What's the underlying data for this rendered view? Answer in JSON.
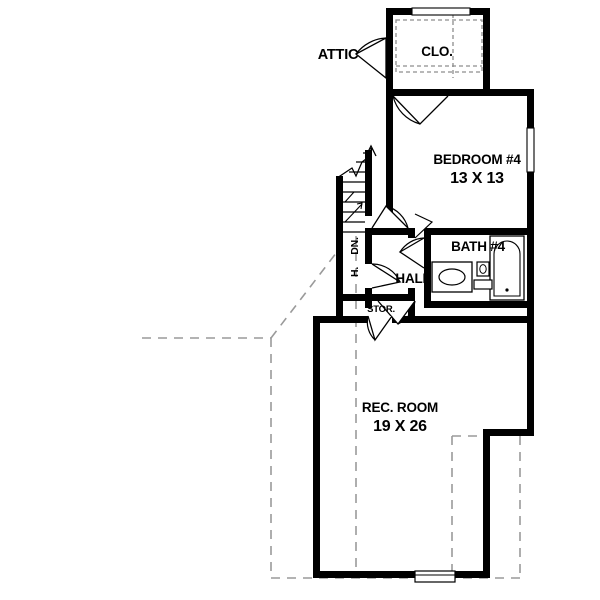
{
  "document": {
    "type": "architectural-floor-plan",
    "level": "second-floor",
    "background_color": "#ffffff",
    "line_color": "#000000",
    "ghost_line_color": "#999999"
  },
  "labels": {
    "attic": "ATTIC",
    "closet": "CLO.",
    "bedroom4_name": "BEDROOM #4",
    "bedroom4_dim": "13 X 13",
    "bath4": "BATH #4",
    "hall": "HALL",
    "stair_h": "H.",
    "stair_dn": "DN.",
    "storage": "STOR.",
    "rec_room_name": "REC. ROOM",
    "rec_room_dim": "19 X 26"
  },
  "rooms": [
    {
      "id": "closet",
      "label": "CLO.",
      "dimension": ""
    },
    {
      "id": "bedroom4",
      "label": "BEDROOM #4",
      "dimension": "13 X 13"
    },
    {
      "id": "bath4",
      "label": "BATH #4",
      "dimension": ""
    },
    {
      "id": "hall",
      "label": "HALL",
      "dimension": ""
    },
    {
      "id": "storage",
      "label": "STOR.",
      "dimension": ""
    },
    {
      "id": "rec-room",
      "label": "REC. ROOM",
      "dimension": "19 X 26"
    },
    {
      "id": "attic",
      "label": "ATTIC",
      "dimension": ""
    },
    {
      "id": "stair",
      "label": "H. DN.",
      "dimension": ""
    }
  ],
  "fixtures": [
    {
      "id": "tub",
      "name": "bathtub"
    },
    {
      "id": "toilet",
      "name": "toilet"
    },
    {
      "id": "vanity",
      "name": "vanity-sink"
    }
  ],
  "annotations": {
    "stair_direction": "DN.",
    "stair_arrow": "up-arrow"
  }
}
